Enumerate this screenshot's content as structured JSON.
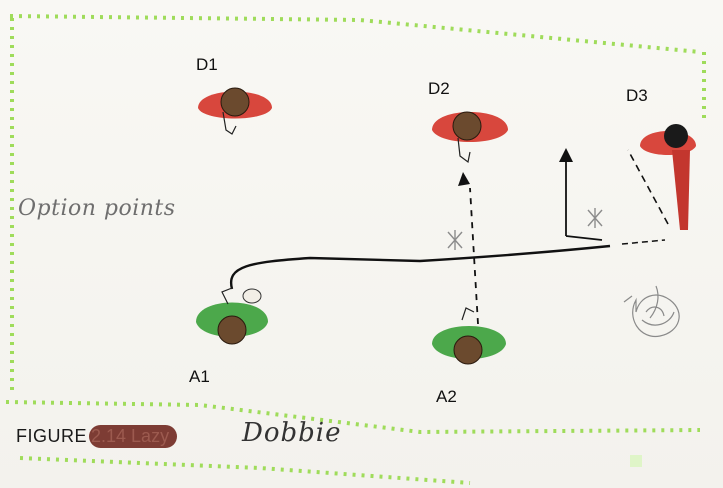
{
  "players": {
    "defense": [
      {
        "label": "D1",
        "role": "defender"
      },
      {
        "label": "D2",
        "role": "defender"
      },
      {
        "label": "D3",
        "role": "defender"
      }
    ],
    "offense": [
      {
        "label": "A1",
        "role": "attacker"
      },
      {
        "label": "A2",
        "role": "attacker"
      }
    ]
  },
  "annotations": {
    "option_points": "Option points",
    "handwritten_name": "Dobbie"
  },
  "caption": {
    "figure": "FIGURE",
    "number": "2.14 Lazy"
  },
  "colors": {
    "defense": "#d8473d",
    "offense": "#4ca84b",
    "head": "#6b4a2e",
    "border_dash": "#9fdc5a",
    "ink": "#1a1a1a",
    "caption_highlight": "#7d3c34"
  }
}
